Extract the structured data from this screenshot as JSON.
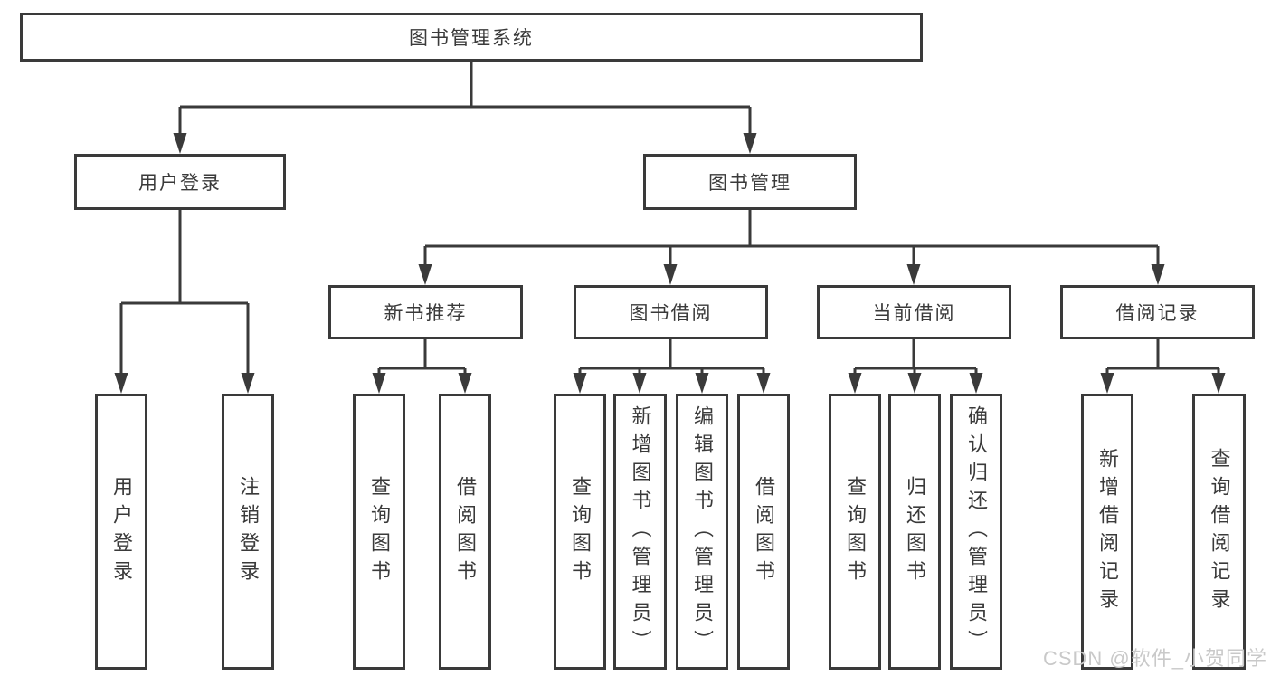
{
  "tree": {
    "root": "图书管理系统",
    "branches": [
      {
        "label": "用户登录",
        "children": [
          "用户登录",
          "注销登录"
        ]
      },
      {
        "label": "图书管理",
        "sections": [
          {
            "label": "新书推荐",
            "children": [
              "查询图书",
              "借阅图书"
            ]
          },
          {
            "label": "图书借阅",
            "children": [
              "查询图书",
              "新增图书（管理员）",
              "编辑图书（管理员）",
              "借阅图书"
            ]
          },
          {
            "label": "当前借阅",
            "children": [
              "查询图书",
              "归还图书",
              "确认归还（管理员）"
            ]
          },
          {
            "label": "借阅记录",
            "children": [
              "新增借阅记录",
              "查询借阅记录"
            ]
          }
        ]
      }
    ]
  },
  "watermark": "CSDN @软件_小贺同学",
  "colors": {
    "line": "#3a3a3a",
    "text": "#3a3a3a",
    "background": "#ffffff",
    "watermark": "#c9c9c9"
  }
}
